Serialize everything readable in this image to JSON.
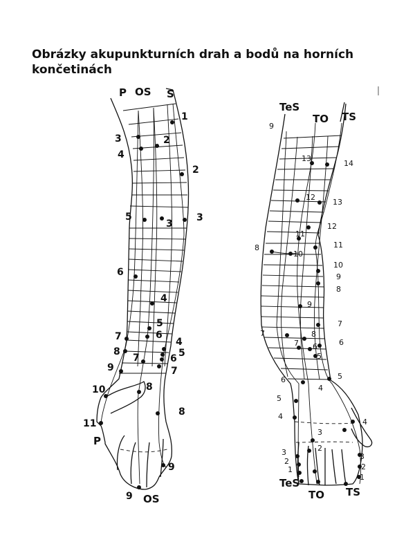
{
  "title": "Obrázky akupunkturních drah a bodů na horních končetinách",
  "left_arm": {
    "meridians": [
      "P",
      "OS",
      "S"
    ],
    "hand_labels": [
      "P",
      "OS"
    ],
    "numbers": [
      "1",
      "2",
      "3",
      "4",
      "2",
      "5",
      "3",
      "3",
      "6",
      "4",
      "5",
      "6",
      "7",
      "8",
      "4",
      "5",
      "6",
      "7",
      "7",
      "9",
      "8",
      "10",
      "8",
      "11",
      "9",
      "9"
    ]
  },
  "right_arm": {
    "meridians": [
      "TeS",
      "TO",
      "TS"
    ],
    "hand_labels": [
      "TeS",
      "TO",
      "TS"
    ],
    "numbers": [
      "9",
      "13",
      "14",
      "12",
      "13",
      "12",
      "11",
      "8",
      "10",
      "11",
      "10",
      "9",
      "8",
      "9",
      "7",
      "7",
      "8",
      "7",
      "6",
      "6",
      "5",
      "5",
      "6",
      "4",
      "5",
      "4",
      "4",
      "3",
      "3",
      "2",
      "2",
      "1",
      "2",
      "1",
      "3"
    ]
  }
}
